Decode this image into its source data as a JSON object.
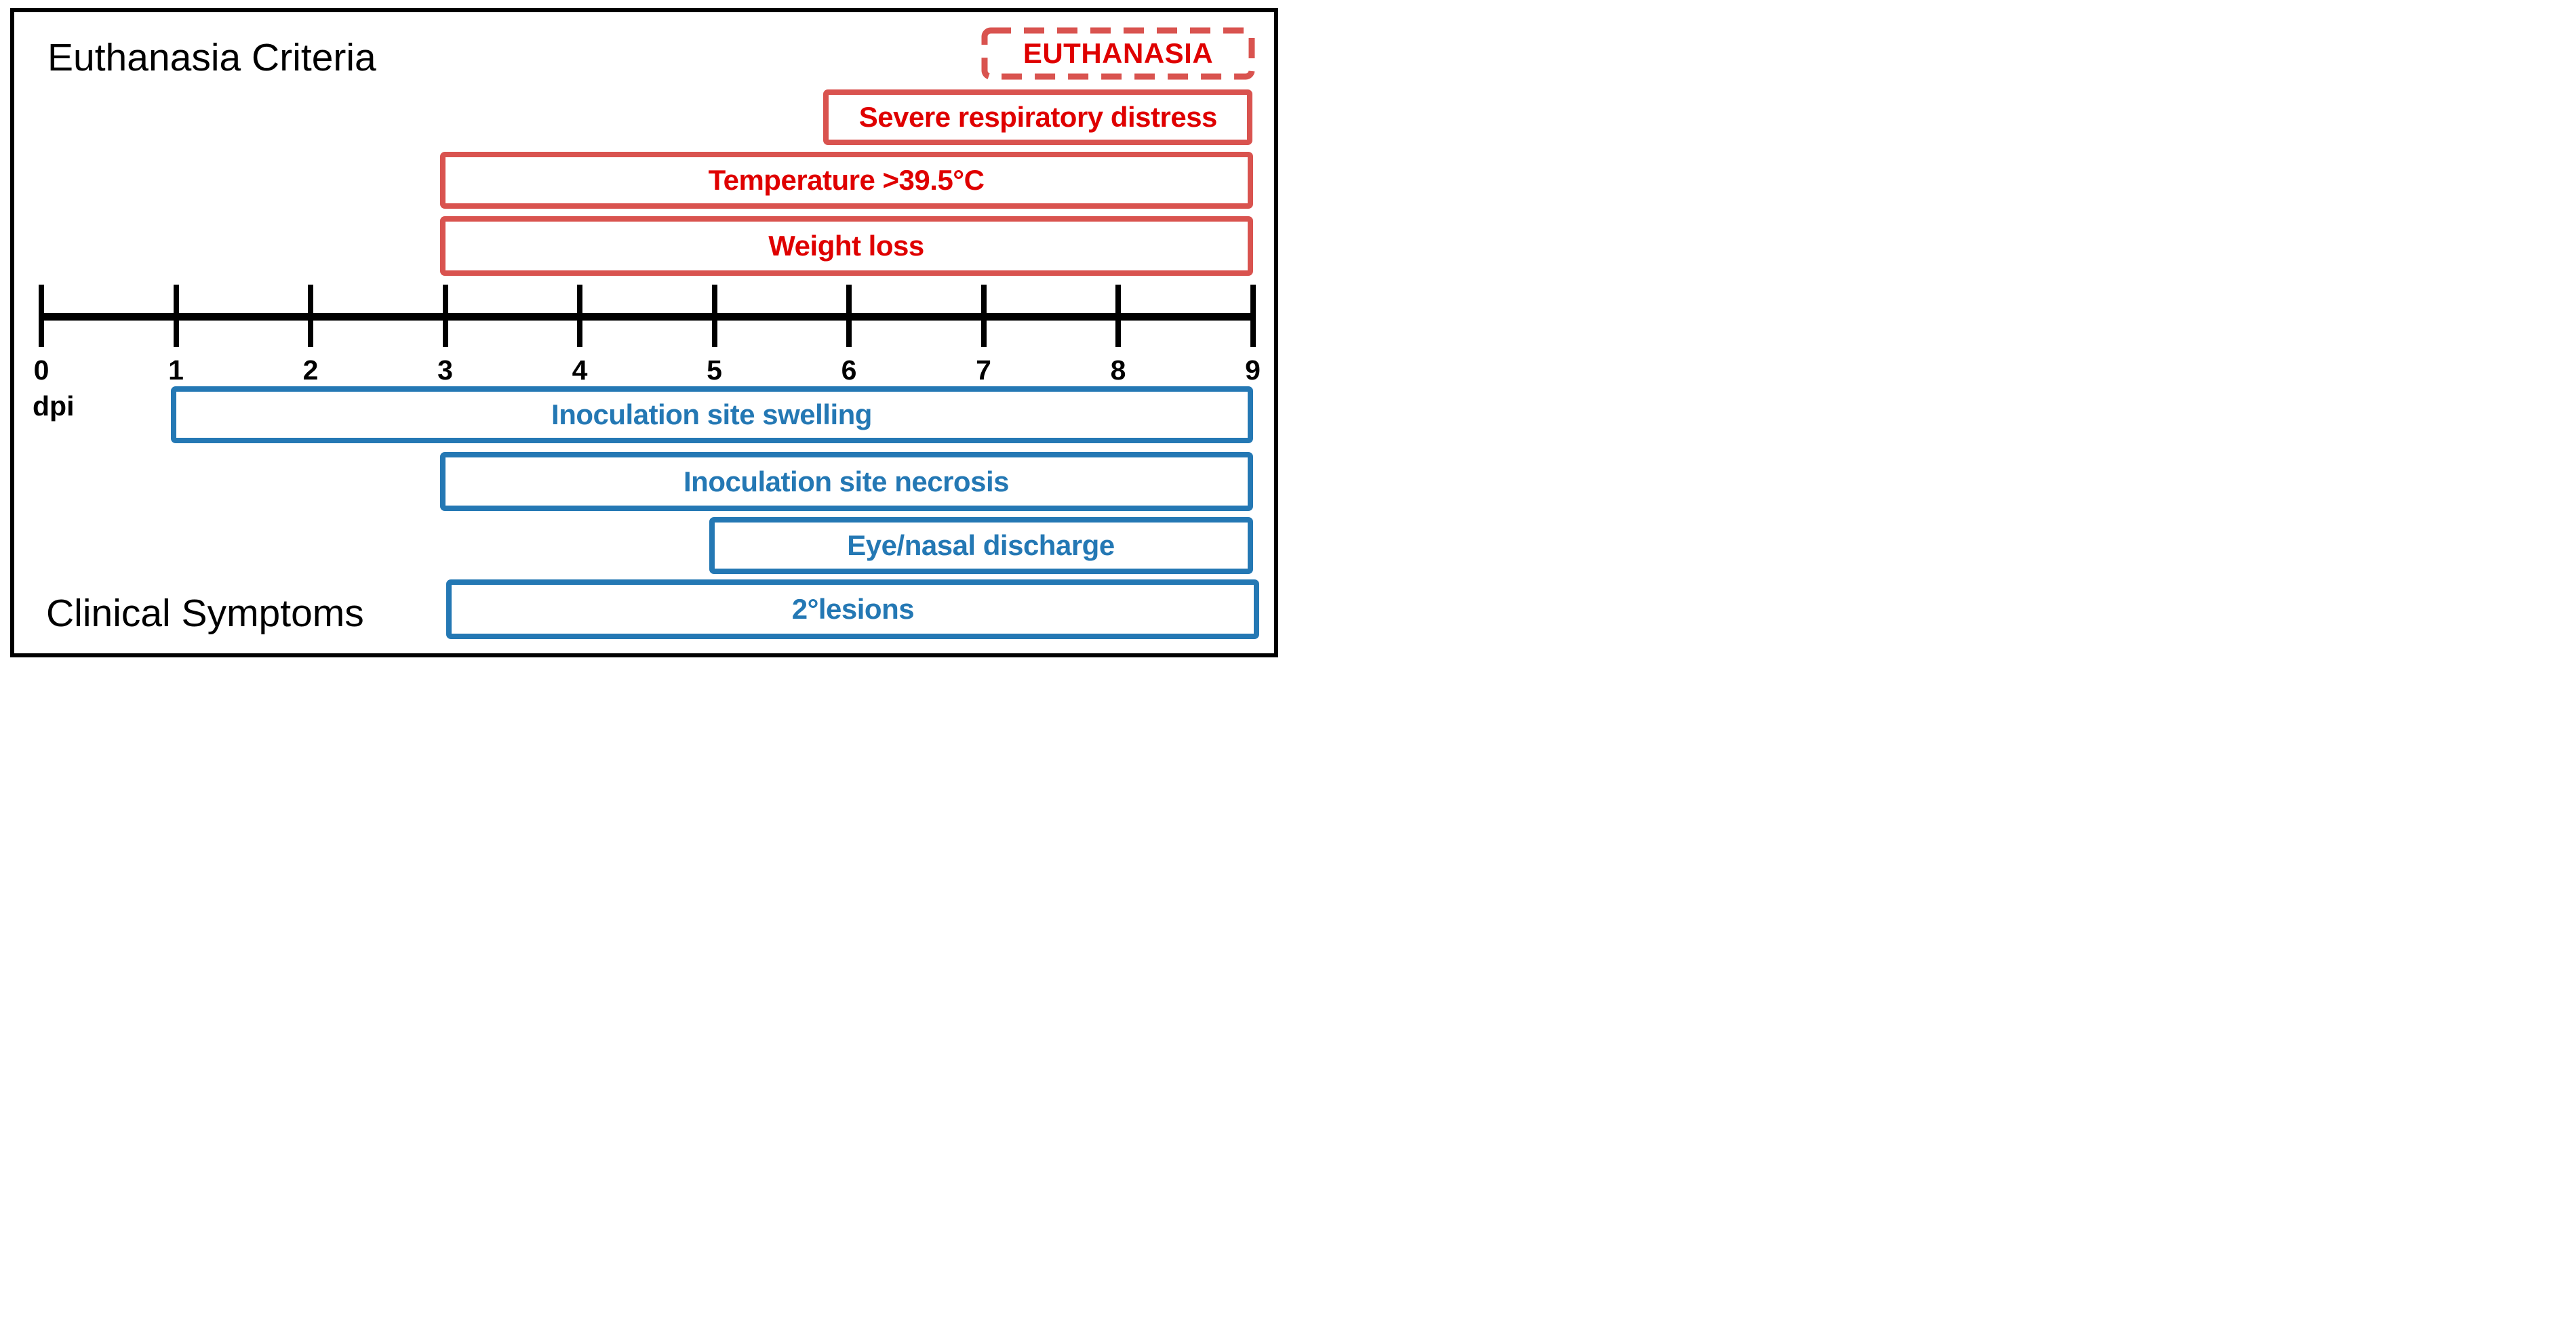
{
  "titles": {
    "top": "Euthanasia Criteria",
    "bottom": "Clinical Symptoms"
  },
  "stamp": {
    "label": "EUTHANASIA"
  },
  "axis": {
    "label": "dpi",
    "ticks": [
      0,
      1,
      2,
      3,
      4,
      5,
      6,
      7,
      8,
      9
    ],
    "min": 0,
    "max": 9
  },
  "colors": {
    "criteria_border": "#D9534F",
    "criteria_text": "#DF0000",
    "symptom_border": "#2478B4",
    "symptom_text": "#2478B4",
    "axis": "#000000"
  },
  "chart_data": {
    "type": "timeline-gantt",
    "xlabel": "dpi",
    "xlim": [
      0,
      9
    ],
    "x_ticks": [
      0,
      1,
      2,
      3,
      4,
      5,
      6,
      7,
      8,
      9
    ],
    "grid": false,
    "groups": [
      {
        "name": "Euthanasia Criteria",
        "position": "above-axis",
        "style": "red-outline",
        "bars": [
          {
            "label": "Severe respiratory distress",
            "start": 5.85,
            "end": 9
          },
          {
            "label": "Temperature >39.5°C",
            "start": 3,
            "end": 9
          },
          {
            "label": "Weight loss",
            "start": 3,
            "end": 9
          }
        ]
      },
      {
        "name": "Clinical Symptoms",
        "position": "below-axis",
        "style": "blue-outline",
        "bars": [
          {
            "label": "Inoculation site swelling",
            "start": 1,
            "end": 9
          },
          {
            "label": "Inoculation site necrosis",
            "start": 3,
            "end": 9
          },
          {
            "label": "Eye/nasal discharge",
            "start": 5,
            "end": 9
          },
          {
            "label": "2°lesions",
            "start": 3.05,
            "end": 9.05
          }
        ]
      }
    ],
    "annotations": [
      {
        "label": "EUTHANASIA",
        "style": "dashed-red-stamp",
        "start": 6.98,
        "end": 9.02
      }
    ]
  }
}
